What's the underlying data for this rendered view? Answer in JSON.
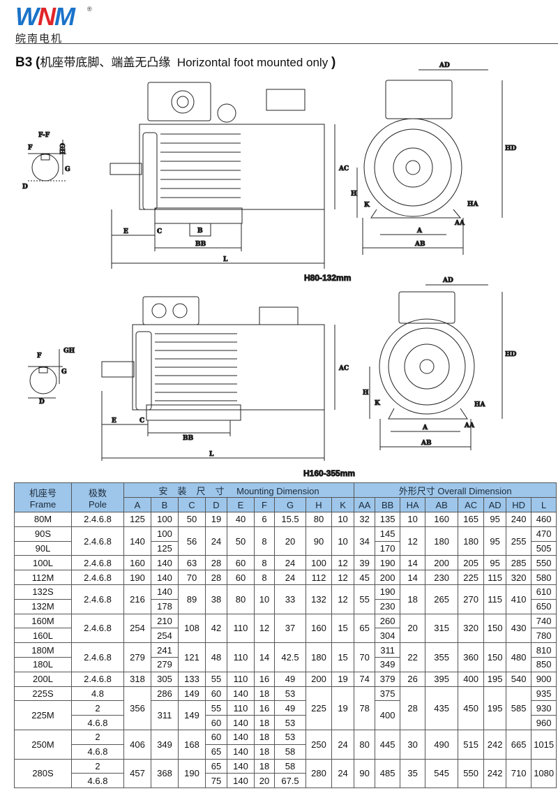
{
  "logo": {
    "brand": "WNM",
    "registered": "®",
    "cn": "皖南电机"
  },
  "title": {
    "code": "B3",
    "open": "(",
    "cn": "机座带底脚、端盖无凸缘",
    "en": "Horizontal foot mounted only",
    "close": ")"
  },
  "drawings": {
    "top_caption": "H80-132mm",
    "bottom_caption": "H160-355mm",
    "labels": {
      "ff": "F-F",
      "f": "F",
      "gh": "GH",
      "g": "G",
      "d": "D",
      "e": "E",
      "c": "C",
      "b": "B",
      "bb": "BB",
      "l": "L",
      "ac": "AC",
      "ad": "AD",
      "hd": "HD",
      "h": "H",
      "k": "K",
      "a": "A",
      "ab": "AB",
      "aa": "AA",
      "ha": "HA"
    }
  },
  "table": {
    "header": {
      "frame_cn": "机座号",
      "frame_en": "Frame",
      "pole_cn": "极数",
      "pole_en": "Pole",
      "mounting_cn": "安装尺寸",
      "mounting_en": "Mounting Dimension",
      "overall_cn": "外形尺寸",
      "overall_en": "Overall Dimension",
      "mounting_cols": [
        "A",
        "B",
        "C",
        "D",
        "E",
        "F",
        "G",
        "H",
        "K"
      ],
      "overall_cols": [
        "AA",
        "BB",
        "HA",
        "AB",
        "AC",
        "AD",
        "HD",
        "L"
      ]
    },
    "rows": [
      [
        [
          "80M",
          1
        ],
        [
          "2.4.6.8",
          1
        ],
        [
          "125",
          1
        ],
        [
          "100",
          1
        ],
        [
          "50",
          1
        ],
        [
          "19",
          1
        ],
        [
          "40",
          1
        ],
        [
          "6",
          1
        ],
        [
          "15.5",
          1
        ],
        [
          "80",
          1
        ],
        [
          "10",
          1
        ],
        [
          "32",
          1
        ],
        [
          "135",
          1
        ],
        [
          "10",
          1
        ],
        [
          "160",
          1
        ],
        [
          "165",
          1
        ],
        [
          "95",
          1
        ],
        [
          "240",
          1
        ],
        [
          "460",
          1
        ]
      ],
      [
        [
          "90S",
          1
        ],
        [
          "2.4.6.8",
          2
        ],
        [
          "140",
          2
        ],
        [
          "100",
          1
        ],
        [
          "56",
          2
        ],
        [
          "24",
          2
        ],
        [
          "50",
          2
        ],
        [
          "8",
          2
        ],
        [
          "20",
          2
        ],
        [
          "90",
          2
        ],
        [
          "10",
          2
        ],
        [
          "34",
          2
        ],
        [
          "145",
          1
        ],
        [
          "12",
          2
        ],
        [
          "180",
          2
        ],
        [
          "180",
          2
        ],
        [
          "95",
          2
        ],
        [
          "255",
          2
        ],
        [
          "470",
          1
        ]
      ],
      [
        [
          "90L",
          1
        ],
        [
          "125",
          1
        ],
        [
          "170",
          1
        ],
        [
          "505",
          1
        ]
      ],
      [
        [
          "100L",
          1
        ],
        [
          "2.4.6.8",
          1
        ],
        [
          "160",
          1
        ],
        [
          "140",
          1
        ],
        [
          "63",
          1
        ],
        [
          "28",
          1
        ],
        [
          "60",
          1
        ],
        [
          "8",
          1
        ],
        [
          "24",
          1
        ],
        [
          "100",
          1
        ],
        [
          "12",
          1
        ],
        [
          "39",
          1
        ],
        [
          "190",
          1
        ],
        [
          "14",
          1
        ],
        [
          "200",
          1
        ],
        [
          "205",
          1
        ],
        [
          "95",
          1
        ],
        [
          "285",
          1
        ],
        [
          "550",
          1
        ]
      ],
      [
        [
          "112M",
          1
        ],
        [
          "2.4.6.8",
          1
        ],
        [
          "190",
          1
        ],
        [
          "140",
          1
        ],
        [
          "70",
          1
        ],
        [
          "28",
          1
        ],
        [
          "60",
          1
        ],
        [
          "8",
          1
        ],
        [
          "24",
          1
        ],
        [
          "112",
          1
        ],
        [
          "12",
          1
        ],
        [
          "45",
          1
        ],
        [
          "200",
          1
        ],
        [
          "14",
          1
        ],
        [
          "230",
          1
        ],
        [
          "225",
          1
        ],
        [
          "115",
          1
        ],
        [
          "320",
          1
        ],
        [
          "580",
          1
        ]
      ],
      [
        [
          "132S",
          1
        ],
        [
          "2.4.6.8",
          2
        ],
        [
          "216",
          2
        ],
        [
          "140",
          1
        ],
        [
          "89",
          2
        ],
        [
          "38",
          2
        ],
        [
          "80",
          2
        ],
        [
          "10",
          2
        ],
        [
          "33",
          2
        ],
        [
          "132",
          2
        ],
        [
          "12",
          2
        ],
        [
          "55",
          2
        ],
        [
          "190",
          1
        ],
        [
          "18",
          2
        ],
        [
          "265",
          2
        ],
        [
          "270",
          2
        ],
        [
          "115",
          2
        ],
        [
          "410",
          2
        ],
        [
          "610",
          1
        ]
      ],
      [
        [
          "132M",
          1
        ],
        [
          "178",
          1
        ],
        [
          "230",
          1
        ],
        [
          "650",
          1
        ]
      ],
      [
        [
          "160M",
          1
        ],
        [
          "2.4.6.8",
          2
        ],
        [
          "254",
          2
        ],
        [
          "210",
          1
        ],
        [
          "108",
          2
        ],
        [
          "42",
          2
        ],
        [
          "110",
          2
        ],
        [
          "12",
          2
        ],
        [
          "37",
          2
        ],
        [
          "160",
          2
        ],
        [
          "15",
          2
        ],
        [
          "65",
          2
        ],
        [
          "260",
          1
        ],
        [
          "20",
          2
        ],
        [
          "315",
          2
        ],
        [
          "320",
          2
        ],
        [
          "150",
          2
        ],
        [
          "430",
          2
        ],
        [
          "740",
          1
        ]
      ],
      [
        [
          "160L",
          1
        ],
        [
          "254",
          1
        ],
        [
          "304",
          1
        ],
        [
          "780",
          1
        ]
      ],
      [
        [
          "180M",
          1
        ],
        [
          "2.4.6.8",
          2
        ],
        [
          "279",
          2
        ],
        [
          "241",
          1
        ],
        [
          "121",
          2
        ],
        [
          "48",
          2
        ],
        [
          "110",
          2
        ],
        [
          "14",
          2
        ],
        [
          "42.5",
          2
        ],
        [
          "180",
          2
        ],
        [
          "15",
          2
        ],
        [
          "70",
          2
        ],
        [
          "311",
          1
        ],
        [
          "22",
          2
        ],
        [
          "355",
          2
        ],
        [
          "360",
          2
        ],
        [
          "150",
          2
        ],
        [
          "480",
          2
        ],
        [
          "810",
          1
        ]
      ],
      [
        [
          "180L",
          1
        ],
        [
          "279",
          1
        ],
        [
          "349",
          1
        ],
        [
          "850",
          1
        ]
      ],
      [
        [
          "200L",
          1
        ],
        [
          "2.4.6.8",
          1
        ],
        [
          "318",
          1
        ],
        [
          "305",
          1
        ],
        [
          "133",
          1
        ],
        [
          "55",
          1
        ],
        [
          "110",
          1
        ],
        [
          "16",
          1
        ],
        [
          "49",
          1
        ],
        [
          "200",
          1
        ],
        [
          "19",
          1
        ],
        [
          "74",
          1
        ],
        [
          "379",
          1
        ],
        [
          "26",
          1
        ],
        [
          "395",
          1
        ],
        [
          "400",
          1
        ],
        [
          "195",
          1
        ],
        [
          "540",
          1
        ],
        [
          "900",
          1
        ]
      ],
      [
        [
          "225S",
          1
        ],
        [
          "4.8",
          1
        ],
        [
          "356",
          3
        ],
        [
          "286",
          1
        ],
        [
          "149",
          1
        ],
        [
          "60",
          1
        ],
        [
          "140",
          1
        ],
        [
          "18",
          1
        ],
        [
          "53",
          1
        ],
        [
          "225",
          3
        ],
        [
          "19",
          3
        ],
        [
          "78",
          3
        ],
        [
          "375",
          1
        ],
        [
          "28",
          3
        ],
        [
          "435",
          3
        ],
        [
          "450",
          3
        ],
        [
          "195",
          3
        ],
        [
          "585",
          3
        ],
        [
          "935",
          1
        ]
      ],
      [
        [
          "225M",
          2
        ],
        [
          "2",
          1
        ],
        [
          "311",
          2
        ],
        [
          "149",
          2
        ],
        [
          "55",
          1
        ],
        [
          "110",
          1
        ],
        [
          "16",
          1
        ],
        [
          "49",
          1
        ],
        [
          "400",
          2
        ],
        [
          "930",
          1
        ]
      ],
      [
        [
          "4.6.8",
          1
        ],
        [
          "60",
          1
        ],
        [
          "140",
          1
        ],
        [
          "18",
          1
        ],
        [
          "53",
          1
        ],
        [
          "960",
          1
        ]
      ],
      [
        [
          "250M",
          2
        ],
        [
          "2",
          1
        ],
        [
          "406",
          2
        ],
        [
          "349",
          2
        ],
        [
          "168",
          2
        ],
        [
          "60",
          1
        ],
        [
          "140",
          1
        ],
        [
          "18",
          1
        ],
        [
          "53",
          1
        ],
        [
          "250",
          2
        ],
        [
          "24",
          2
        ],
        [
          "80",
          2
        ],
        [
          "445",
          2
        ],
        [
          "30",
          2
        ],
        [
          "490",
          2
        ],
        [
          "515",
          2
        ],
        [
          "242",
          2
        ],
        [
          "665",
          2
        ],
        [
          "1015",
          2
        ]
      ],
      [
        [
          "4.6.8",
          1
        ],
        [
          "65",
          1
        ],
        [
          "140",
          1
        ],
        [
          "18",
          1
        ],
        [
          "58",
          1
        ]
      ],
      [
        [
          "280S",
          2
        ],
        [
          "2",
          1
        ],
        [
          "457",
          2
        ],
        [
          "368",
          2
        ],
        [
          "190",
          2
        ],
        [
          "65",
          1
        ],
        [
          "140",
          1
        ],
        [
          "18",
          1
        ],
        [
          "58",
          1
        ],
        [
          "280",
          2
        ],
        [
          "24",
          2
        ],
        [
          "90",
          2
        ],
        [
          "485",
          2
        ],
        [
          "35",
          2
        ],
        [
          "545",
          2
        ],
        [
          "550",
          2
        ],
        [
          "242",
          2
        ],
        [
          "710",
          2
        ],
        [
          "1080",
          2
        ]
      ],
      [
        [
          "4.6.8",
          1
        ],
        [
          "75",
          1
        ],
        [
          "140",
          1
        ],
        [
          "20",
          1
        ],
        [
          "67.5",
          1
        ]
      ]
    ]
  }
}
